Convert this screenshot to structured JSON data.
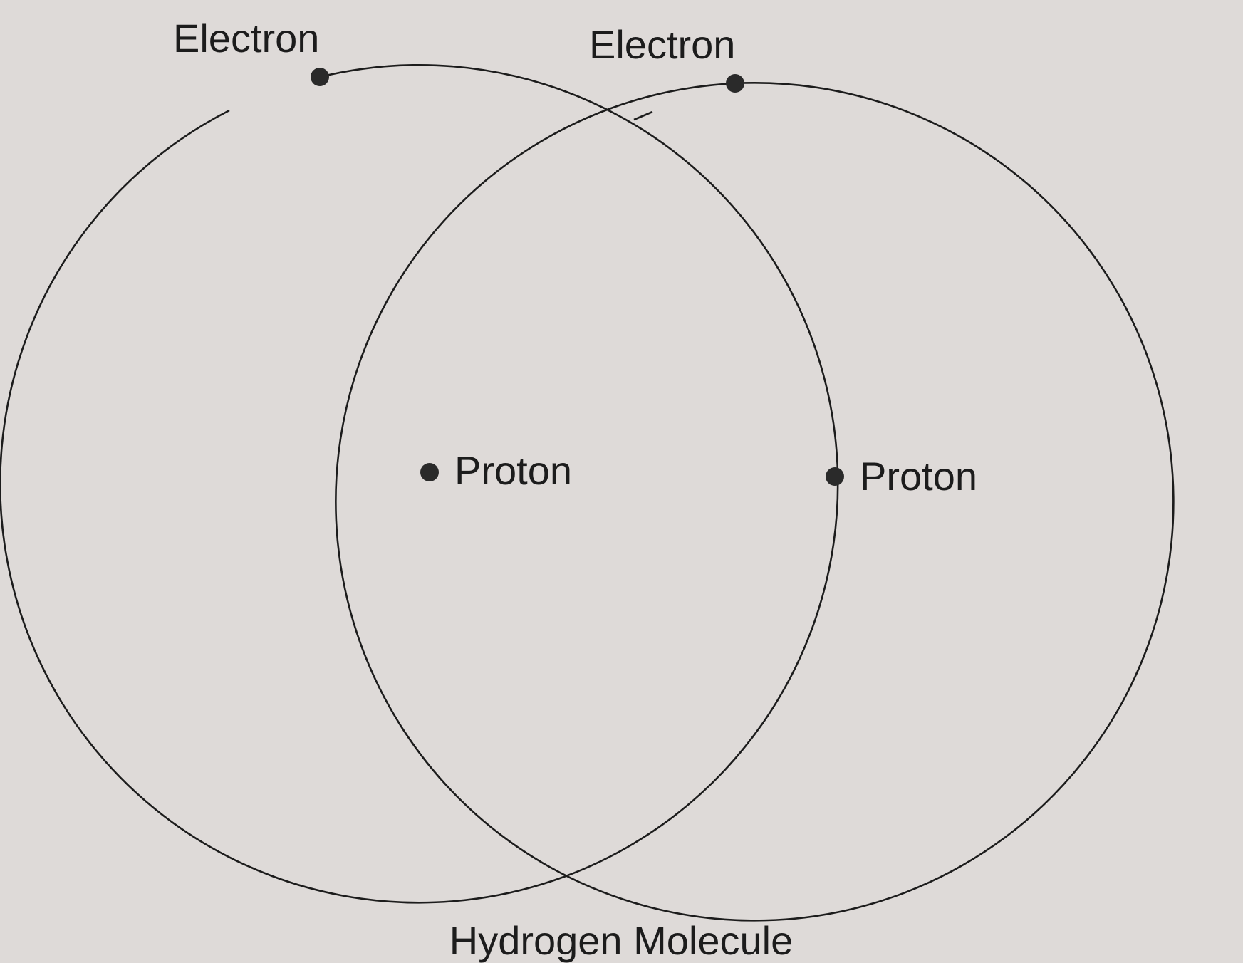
{
  "diagram": {
    "caption": "Hydrogen Molecule",
    "labels": {
      "electron_left": "Electron",
      "electron_right": "Electron",
      "proton_left": "Proton",
      "proton_right": "Proton"
    }
  },
  "colors": {
    "background": "#dedad8",
    "line": "#1c1c1c",
    "dot": "#2a2a2a"
  }
}
